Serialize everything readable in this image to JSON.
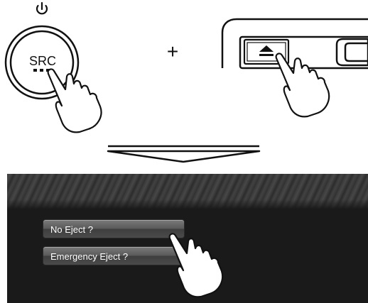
{
  "step1": {
    "power_symbol": "⏻",
    "src_label": "SRC",
    "plus": "+"
  },
  "dialog": {
    "no_eject_label": "No Eject ?",
    "emergency_eject_label": "Emergency Eject ?"
  },
  "icons": [
    "power-icon",
    "eject-icon",
    "pointing-hand-icon",
    "down-arrow-icon"
  ]
}
